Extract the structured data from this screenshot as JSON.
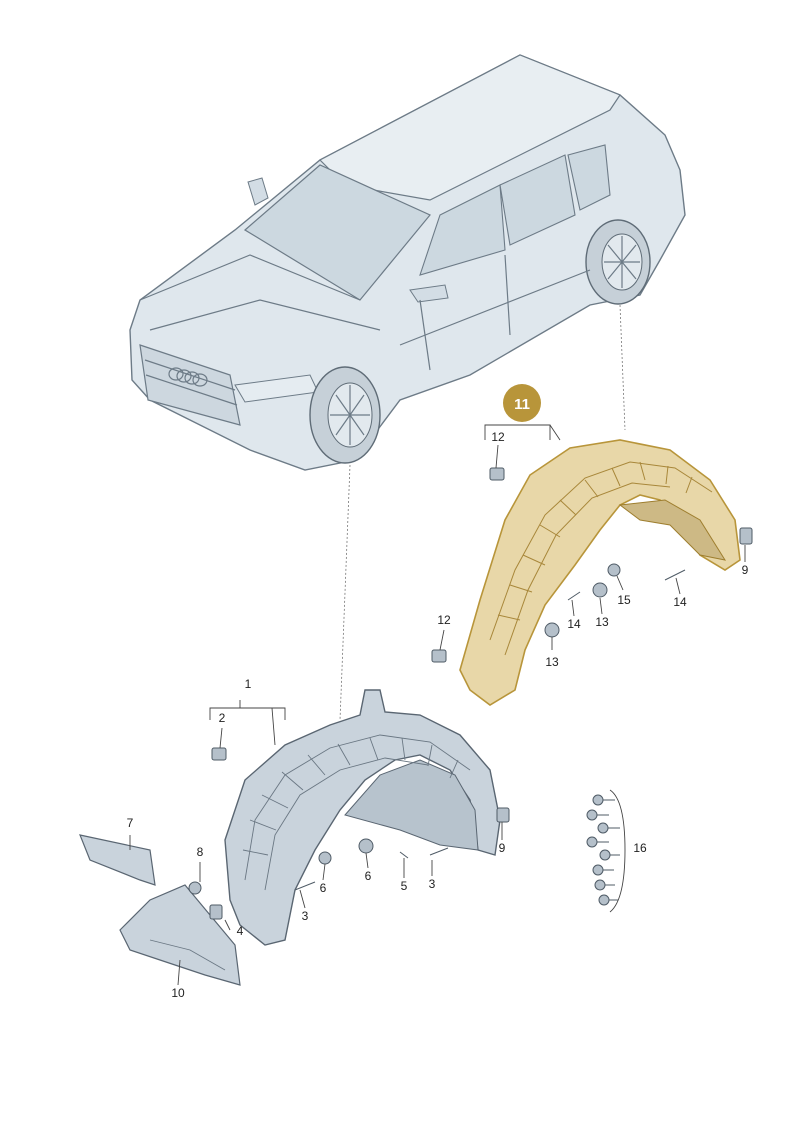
{
  "callouts": {
    "c1": "1",
    "c2": "2",
    "c3a": "3",
    "c3b": "3",
    "c4": "4",
    "c5": "5",
    "c6a": "6",
    "c6b": "6",
    "c7": "7",
    "c8": "8",
    "c9a": "9",
    "c9b": "9",
    "c10": "10",
    "c12a": "12",
    "c12b": "12",
    "c13a": "13",
    "c13b": "13",
    "c14a": "14",
    "c14b": "14",
    "c15": "15",
    "c16": "16"
  },
  "highlight": {
    "label": "11",
    "badge_color": "#b8953a",
    "part_color": "#e8d7a8"
  },
  "colors": {
    "car_fill": "#dde6ec",
    "part_fill": "#c9d3dc",
    "line": "#5a6672"
  }
}
